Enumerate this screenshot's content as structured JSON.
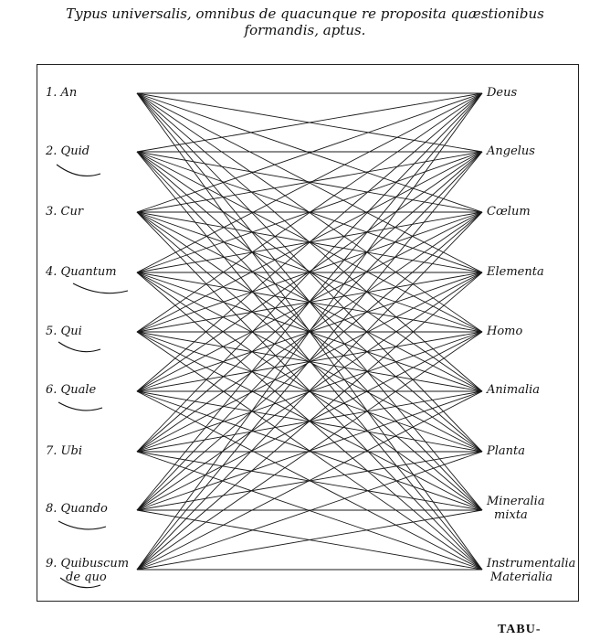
{
  "title": {
    "line1": "Typus universalis, omnibus de quacunque re proposita quæstionibus",
    "line2": "formandis, aptus."
  },
  "questions": [
    {
      "number": "1.",
      "text": "An"
    },
    {
      "number": "2.",
      "text": "Quid"
    },
    {
      "number": "3.",
      "text": "Cur"
    },
    {
      "number": "4.",
      "text": "Quantum"
    },
    {
      "number": "5.",
      "text": "Qui"
    },
    {
      "number": "6.",
      "text": "Quale"
    },
    {
      "number": "7.",
      "text": "Ubi"
    },
    {
      "number": "8.",
      "text": "Quando"
    },
    {
      "number": "9.",
      "text": "Quibuscum",
      "text2": "de quo"
    }
  ],
  "subjects": [
    {
      "text": "Deus"
    },
    {
      "text": "Angelus"
    },
    {
      "text": "Cœlum"
    },
    {
      "text": "Elementa"
    },
    {
      "text": "Homo"
    },
    {
      "text": "Animalia"
    },
    {
      "text": "Planta"
    },
    {
      "text": "Mineralia",
      "text2": "mixta"
    },
    {
      "text": "Instrumentalia",
      "text2": "Materialia"
    }
  ],
  "catchword": "TABU-"
}
